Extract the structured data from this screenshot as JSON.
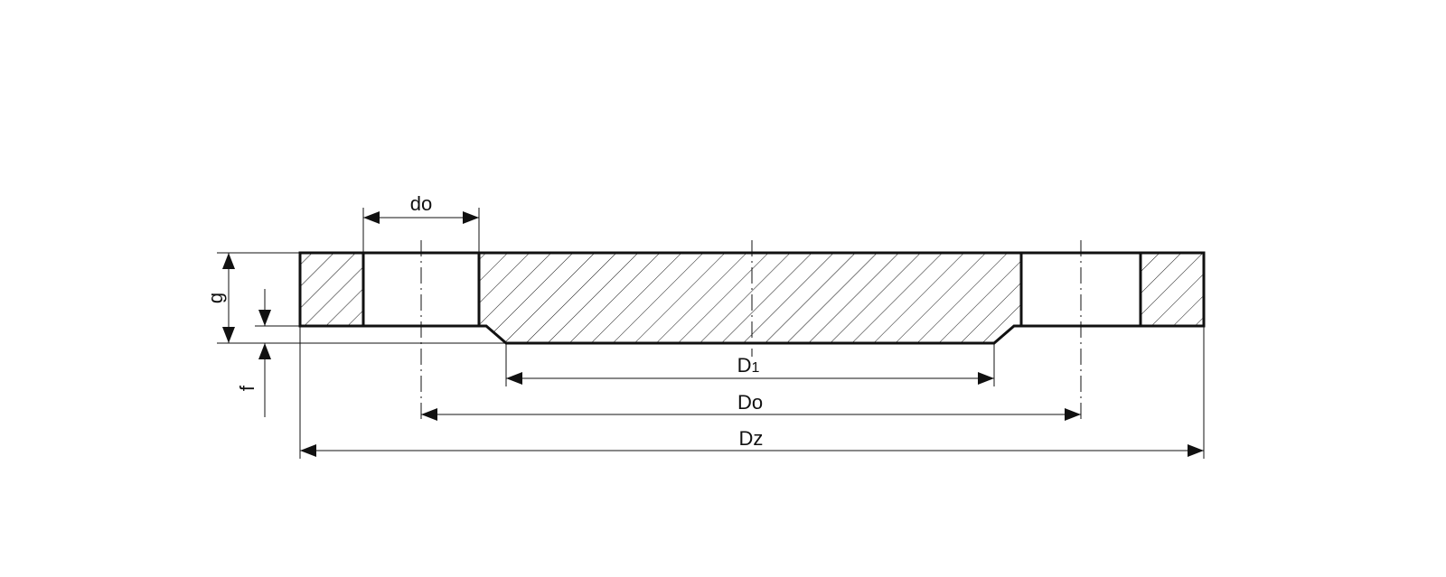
{
  "labels": {
    "do": "do",
    "g": "g",
    "f": "f",
    "D1_main": "D",
    "D1_sub": "1",
    "Do": "Do",
    "Dz": "Dz"
  },
  "colors": {
    "ink": "#111111",
    "background": "#ffffff"
  }
}
